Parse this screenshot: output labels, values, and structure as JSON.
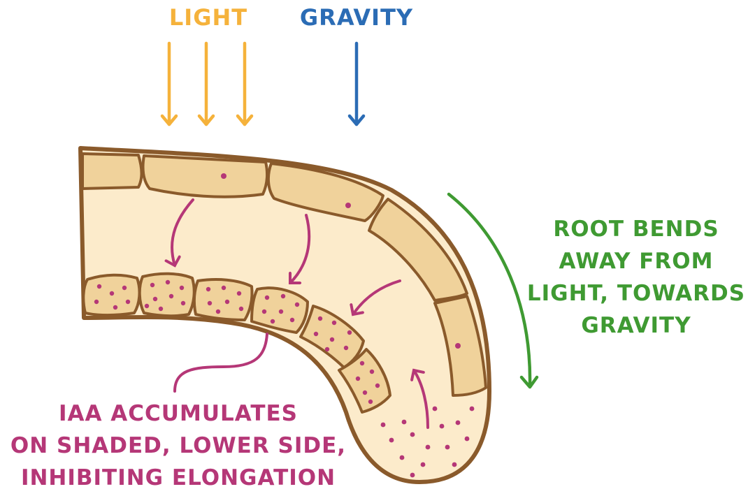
{
  "labels": {
    "light": "LIGHT",
    "gravity": "GRAVITY",
    "bend_line1": "ROOT BENDS",
    "bend_line2": "AWAY FROM",
    "bend_line3": "LIGHT, TOWARDS",
    "bend_line4": "GRAVITY",
    "iaa_line1": "IAA ACCUMULATES",
    "iaa_line2": "ON SHADED, LOWER SIDE,",
    "iaa_line3": "INHIBITING ELONGATION"
  },
  "colors": {
    "light": "#F5B23B",
    "gravity": "#2B6CB5",
    "bend": "#3F9A32",
    "iaa": "#B53777",
    "outline": "#8A5A2B",
    "cell_fill": "#F0D29B",
    "root_fill": "#FCEBCB"
  }
}
